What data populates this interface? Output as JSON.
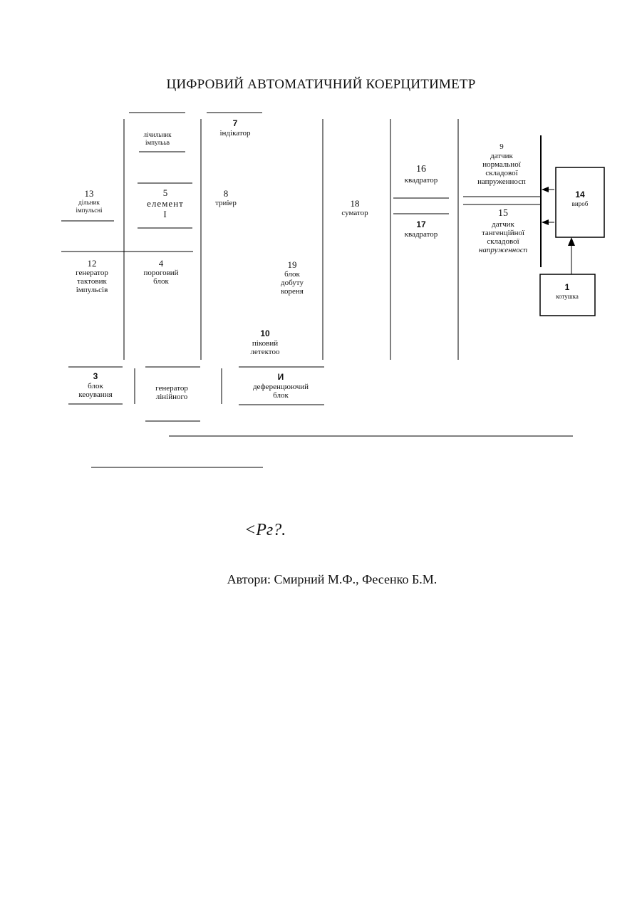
{
  "title": "ЦИФРОВИЙ АВТОМАТИЧНИЙ КОЕРЦИТИМЕТР",
  "blocks": {
    "b7": {
      "num": "7",
      "lines": [
        "індікатор"
      ]
    },
    "b6": {
      "num": "",
      "lines": [
        "лічильник",
        "імпулььв"
      ]
    },
    "b13": {
      "num": "13",
      "lines": [
        "дільник",
        "імпульсні"
      ]
    },
    "b5": {
      "num": "5",
      "lines": [
        "елемент",
        "І"
      ]
    },
    "b8": {
      "num": "8",
      "lines": [
        "триіер"
      ]
    },
    "b18": {
      "num": "18",
      "lines": [
        "суматор"
      ]
    },
    "b16": {
      "num": "16",
      "lines": [
        "квадратор"
      ]
    },
    "b17": {
      "num": "17",
      "lines": [
        "квадратор"
      ]
    },
    "b9": {
      "num": "9",
      "lines": [
        "датчик",
        "нормальної",
        "складової",
        "напруженносп"
      ]
    },
    "b15": {
      "num": "15",
      "lines": [
        "датчик",
        "тангенційної",
        "складової",
        "напруженносп"
      ]
    },
    "b14": {
      "num": "14",
      "lines": [
        "вироб"
      ]
    },
    "b1": {
      "num": "1",
      "lines": [
        "котушка"
      ]
    },
    "b12": {
      "num": "12",
      "lines": [
        "генератор",
        "тактовик",
        "імпульсів"
      ]
    },
    "b4": {
      "num": "4",
      "lines": [
        "пороговий",
        "блок"
      ]
    },
    "b19": {
      "num": "19",
      "lines": [
        "блок",
        "добуту",
        "кореня"
      ]
    },
    "b10": {
      "num": "10",
      "lines": [
        "піковий",
        "летектоо"
      ]
    },
    "b3": {
      "num": "3",
      "lines": [
        "блок",
        "кеоування"
      ]
    },
    "b2": {
      "num": "",
      "lines": [
        "генератор",
        "лінійного"
      ]
    },
    "b11": {
      "num": "И",
      "lines": [
        "деференцюючий",
        "блок"
      ]
    }
  },
  "scribble": "<Рг?.",
  "authors": "Автори: Смирний М.Ф., Фесенко Б.М."
}
